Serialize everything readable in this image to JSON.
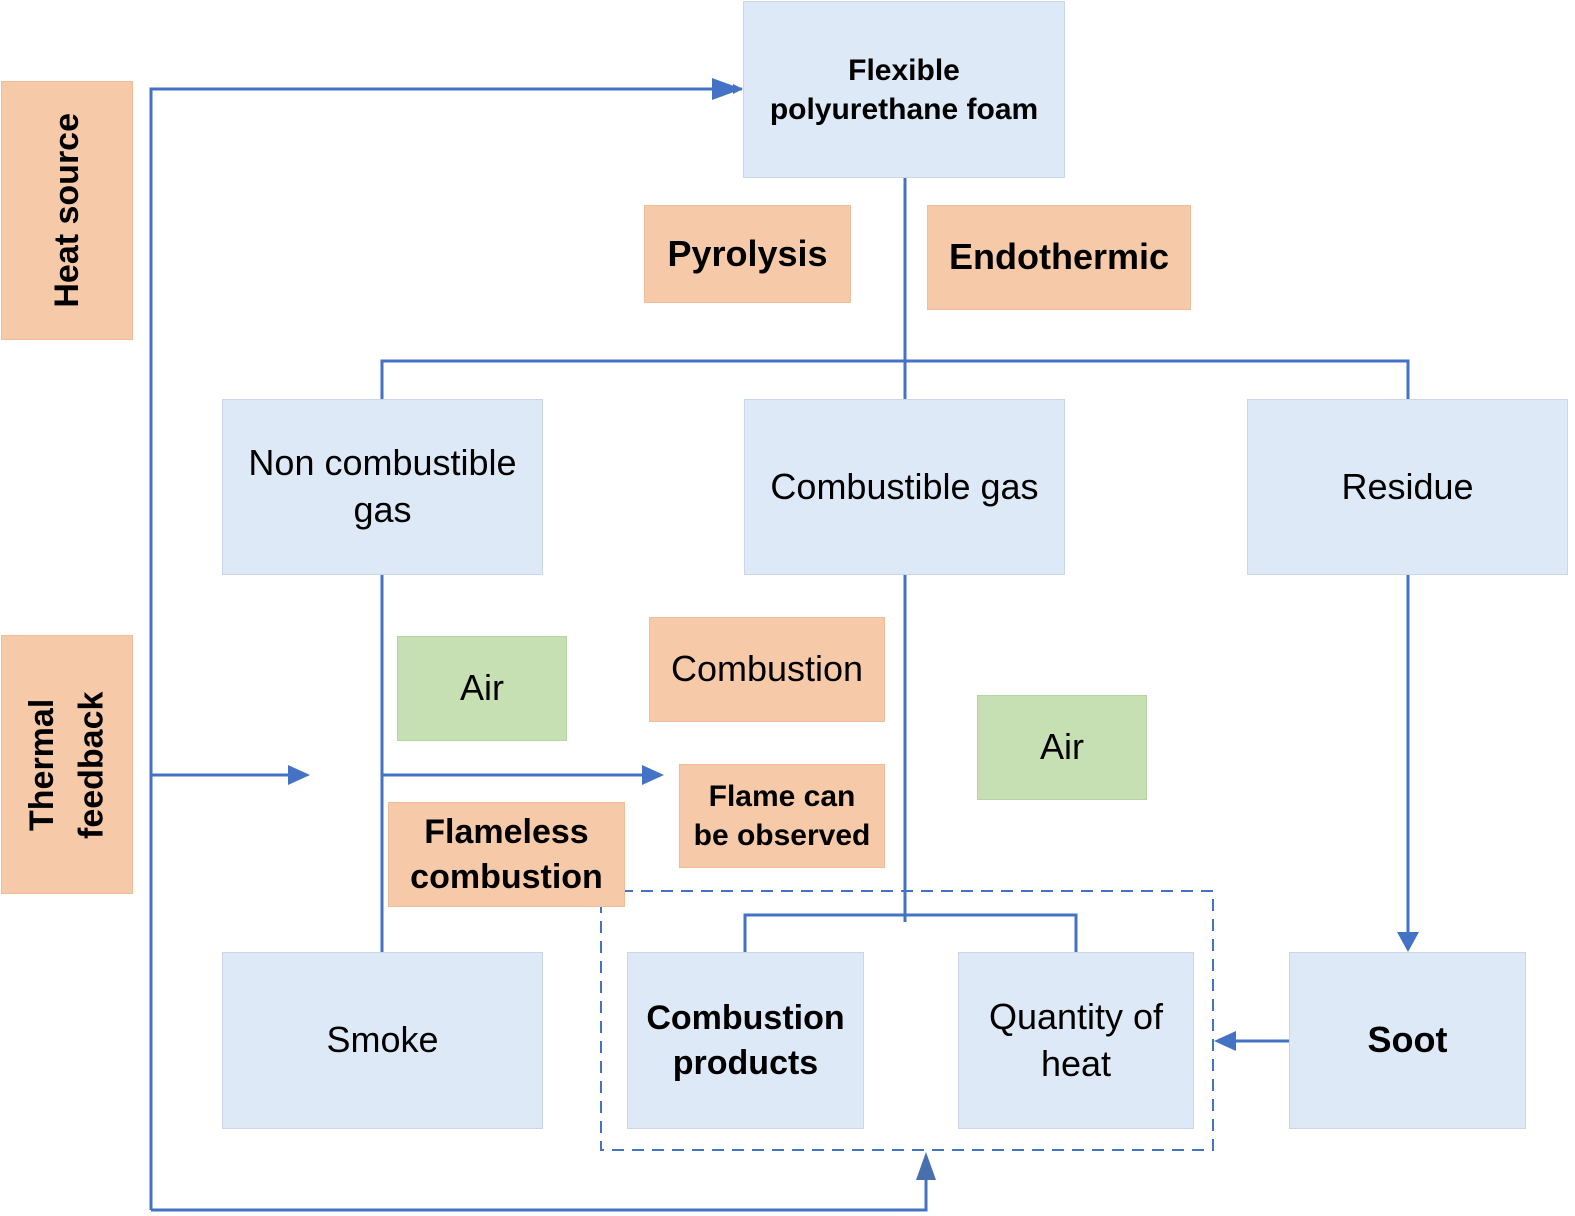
{
  "diagram": {
    "colors": {
      "process_node": "#dde9f6",
      "condition_node": "#f6caa9",
      "air_node": "#c6e0b4",
      "connector": "#4472c4"
    },
    "nodes": {
      "foam": "Flexible polyurethane foam",
      "heat_source": "Heat source",
      "pyrolysis": "Pyrolysis",
      "endothermic": "Endothermic",
      "non_combustible_gas": "Non combustible gas",
      "combustible_gas": "Combustible gas",
      "residue": "Residue",
      "thermal_feedback": "Thermal feedback",
      "air_left": "Air",
      "combustion": "Combustion",
      "air_right": "Air",
      "flame_observed": "Flame can be observed",
      "flameless_combustion": "Flameless combustion",
      "smoke": "Smoke",
      "combustion_products": "Combustion products",
      "quantity_of_heat": "Quantity of heat",
      "soot": "Soot"
    },
    "edges": [
      {
        "from": "heat_source",
        "to": "foam"
      },
      {
        "from": "foam",
        "to": "non_combustible_gas"
      },
      {
        "from": "foam",
        "to": "combustible_gas"
      },
      {
        "from": "foam",
        "to": "residue"
      },
      {
        "from": "non_combustible_gas",
        "to": "smoke"
      },
      {
        "from": "non_combustible_gas",
        "to": "flame_observed"
      },
      {
        "from": "combustible_gas",
        "to": "combustion_products"
      },
      {
        "from": "combustible_gas",
        "to": "quantity_of_heat"
      },
      {
        "from": "residue",
        "to": "soot"
      },
      {
        "from": "soot",
        "to": "combustion_group"
      },
      {
        "from": "thermal_feedback",
        "to": "combustion_group"
      }
    ]
  }
}
